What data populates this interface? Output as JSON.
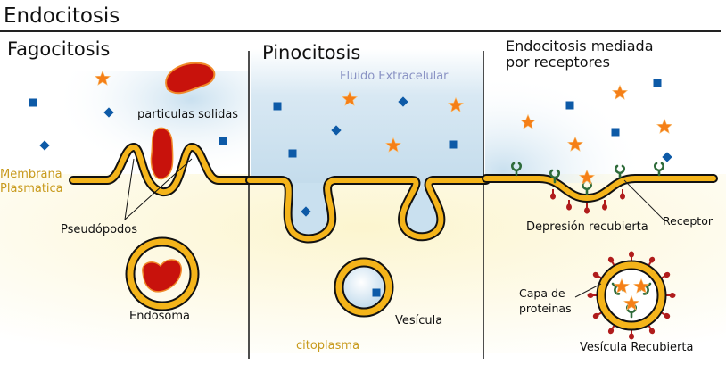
{
  "title": "Endocitosis",
  "colors": {
    "membrane": "#f4b41a",
    "membrane_outline": "#111111",
    "particle": "#c8120c",
    "star": "#f57f17",
    "molecule": "#0d5aa7",
    "receptor": "#2e6b3a",
    "coat_protein": "#b01c1c",
    "extracellular_fluid": "#c9e0ef",
    "cytoplasm": "#fdf8dc",
    "label_yellow": "#c89a1c",
    "label_blue": "#8a93c4"
  },
  "sections": [
    {
      "id": "fagocitosis",
      "heading": "Fagocitosis",
      "labels": {
        "particles": "particulas solidas",
        "membrane_line1": "Membrana",
        "membrane_line2": "Plasmatica",
        "pseudopods": "Pseudópodos",
        "endosome": "Endosoma"
      }
    },
    {
      "id": "pinocitosis",
      "heading": "Pinocitosis",
      "labels": {
        "extracellular": "Fluido Extracelular",
        "vesicle": "Vesícula",
        "cytoplasm": "citoplasma"
      }
    },
    {
      "id": "receptor-mediada",
      "heading_line1": "Endocitosis mediada",
      "heading_line2": "por receptores",
      "labels": {
        "coated_pit": "Depresión recubierta",
        "receptor": "Receptor",
        "protein_coat_line1": "Capa de",
        "protein_coat_line2": "proteinas",
        "coated_vesicle": "Vesícula Recubierta"
      }
    }
  ]
}
